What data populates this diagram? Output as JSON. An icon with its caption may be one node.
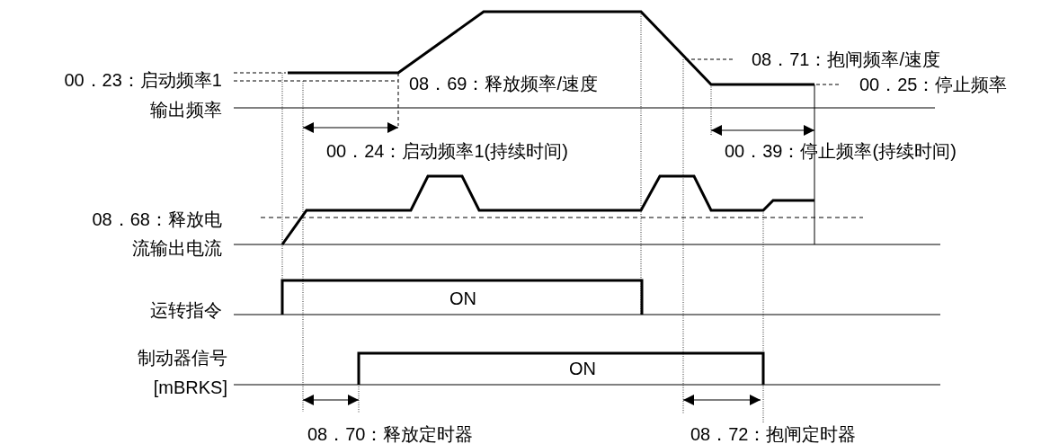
{
  "diagram": {
    "labels": [
      "00．23：启动频率1",
      "08．71：抱闸频率/速度",
      "08．69：释放频率/速度",
      "00．25：停止频率",
      "输出频率",
      "00．24：启动频率1(持续时间)",
      "00．39：停止频率(持续时间)",
      "08．68：释放电",
      "流输出电流",
      "运转指令",
      "ON",
      "制动器信号",
      "[mBRKS]",
      "ON",
      "08．70：释放定时器",
      "08．72：抱闸定时器"
    ]
  }
}
